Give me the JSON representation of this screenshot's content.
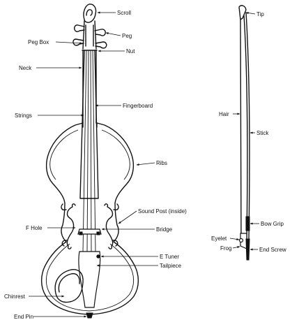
{
  "labels": {
    "scroll": "Scroll",
    "peg": "Peg",
    "peg_box": "Peg Box",
    "nut": "Nut",
    "neck": "Neck",
    "fingerboard": "Fingerboard",
    "strings": "Strings",
    "ribs": "Ribs",
    "sound_post": "Sound Post (inside)",
    "f_hole": "F Hole",
    "bridge": "Bridge",
    "e_tuner": "E Tuner",
    "tailpiece": "Tailpiece",
    "chinrest": "Chinrest",
    "end_pin": "End Pin",
    "tip": "Tip",
    "hair": "Hair",
    "stick": "Stick",
    "bow_grip": "Bow Grip",
    "eyelet": "Eyelet",
    "frog": "Frog",
    "end_screw": "End Screw"
  },
  "colors": {
    "ink": "#111111",
    "paper": "#ffffff"
  }
}
